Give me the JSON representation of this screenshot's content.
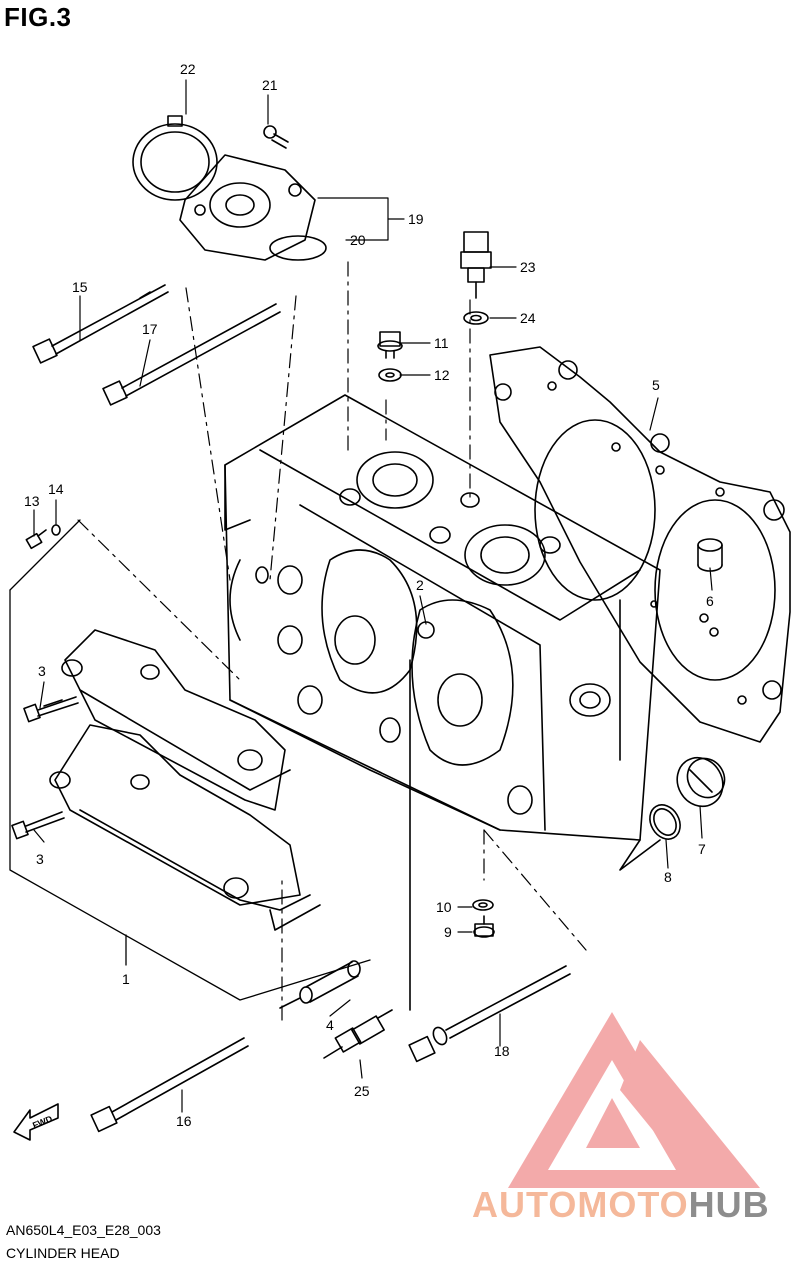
{
  "figure": {
    "title": "FIG.3",
    "code": "AN650L4_E03_E28_003",
    "name": "CYLINDER HEAD"
  },
  "watermark": {
    "text_light": "AUTOMOTO",
    "text_dark": "HUB",
    "color_light": "#f5b89a",
    "color_dark": "#8d8d8d",
    "logo_color": "#f08e8e"
  },
  "fwd_label": "FWD",
  "callouts": {
    "c1": "1",
    "c2": "2",
    "c3a": "3",
    "c3b": "3",
    "c4": "4",
    "c5": "5",
    "c6": "6",
    "c7": "7",
    "c8": "8",
    "c9": "9",
    "c10": "10",
    "c11": "11",
    "c12": "12",
    "c13": "13",
    "c14": "14",
    "c15": "15",
    "c16": "16",
    "c17": "17",
    "c18": "18",
    "c19": "19",
    "c20": "20",
    "c21": "21",
    "c22": "22",
    "c23": "23",
    "c24": "24",
    "c25": "25"
  }
}
